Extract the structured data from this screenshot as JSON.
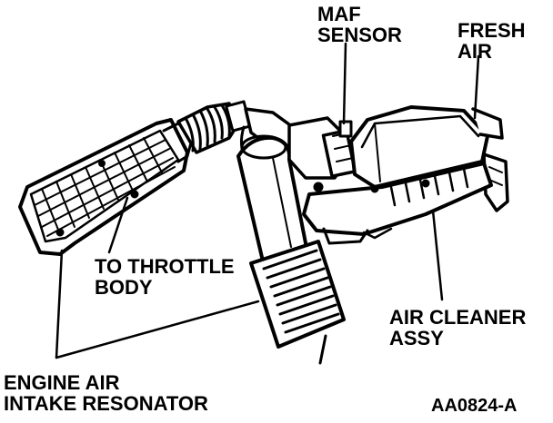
{
  "labels": {
    "maf_sensor": [
      "MAF",
      "SENSOR"
    ],
    "fresh_air": [
      "FRESH",
      "AIR"
    ],
    "to_throttle_body": [
      "TO THROTTLE",
      "BODY"
    ],
    "air_cleaner_assy": [
      "AIR CLEANER",
      "ASSY"
    ],
    "engine_air_intake_resonator": [
      "ENGINE AIR",
      "INTAKE RESONATOR"
    ],
    "figure_code": "AA0824-A"
  },
  "colors": {
    "ink": "#000000",
    "paper": "#ffffff"
  }
}
